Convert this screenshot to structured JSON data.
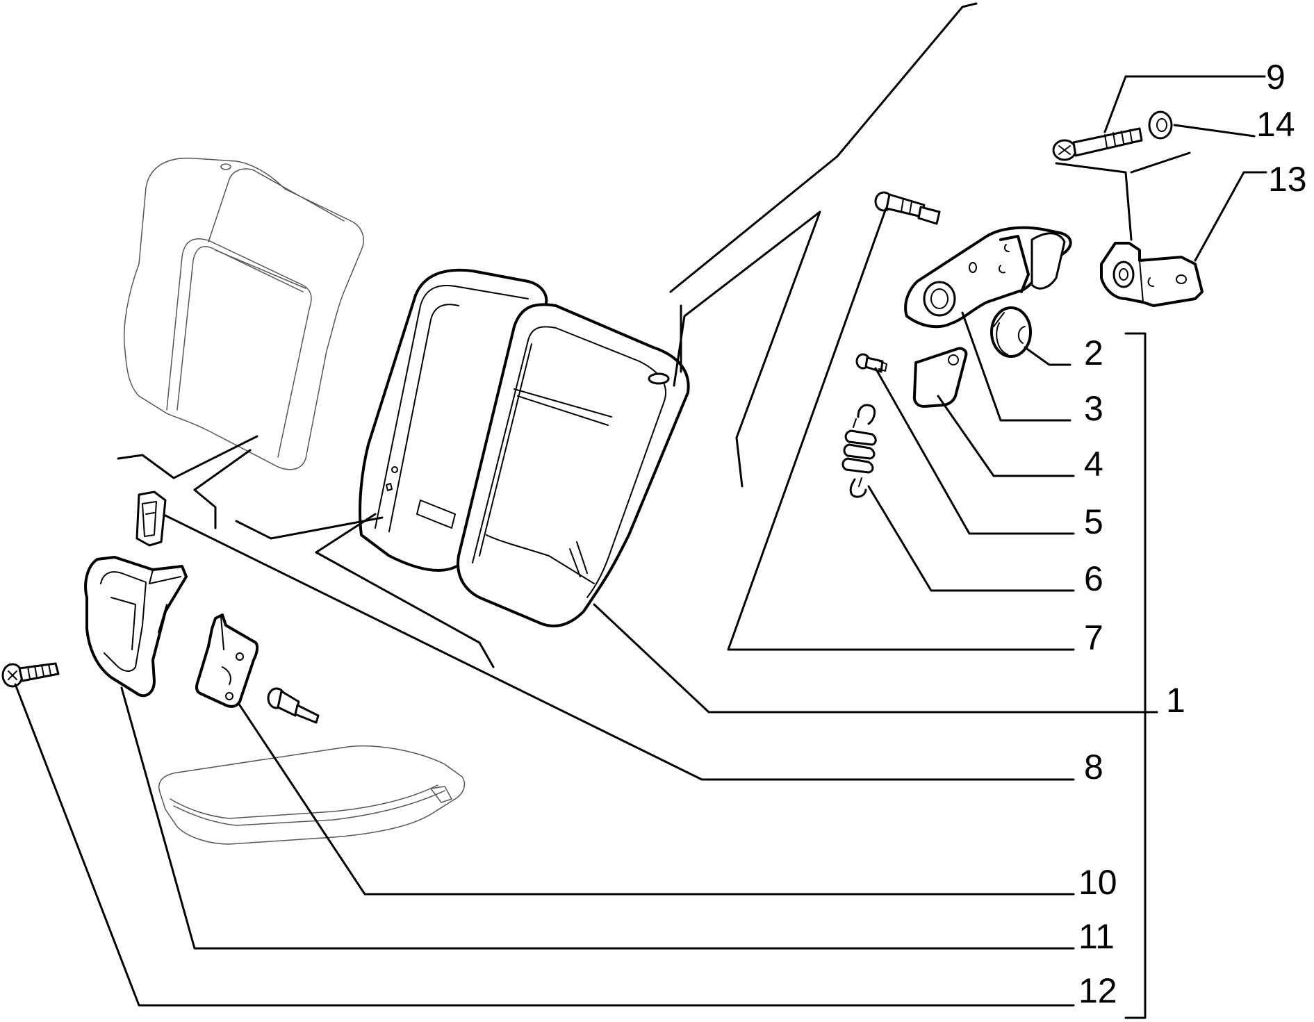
{
  "callouts": [
    {
      "id": "9",
      "text": "9"
    },
    {
      "id": "14",
      "text": "14"
    },
    {
      "id": "13",
      "text": "13"
    },
    {
      "id": "2",
      "text": "2"
    },
    {
      "id": "3",
      "text": "3"
    },
    {
      "id": "4",
      "text": "4"
    },
    {
      "id": "5",
      "text": "5"
    },
    {
      "id": "6",
      "text": "6"
    },
    {
      "id": "7",
      "text": "7"
    },
    {
      "id": "1",
      "text": "1"
    },
    {
      "id": "8",
      "text": "8"
    },
    {
      "id": "10",
      "text": "10"
    },
    {
      "id": "11",
      "text": "11"
    },
    {
      "id": "12",
      "text": "12"
    }
  ]
}
